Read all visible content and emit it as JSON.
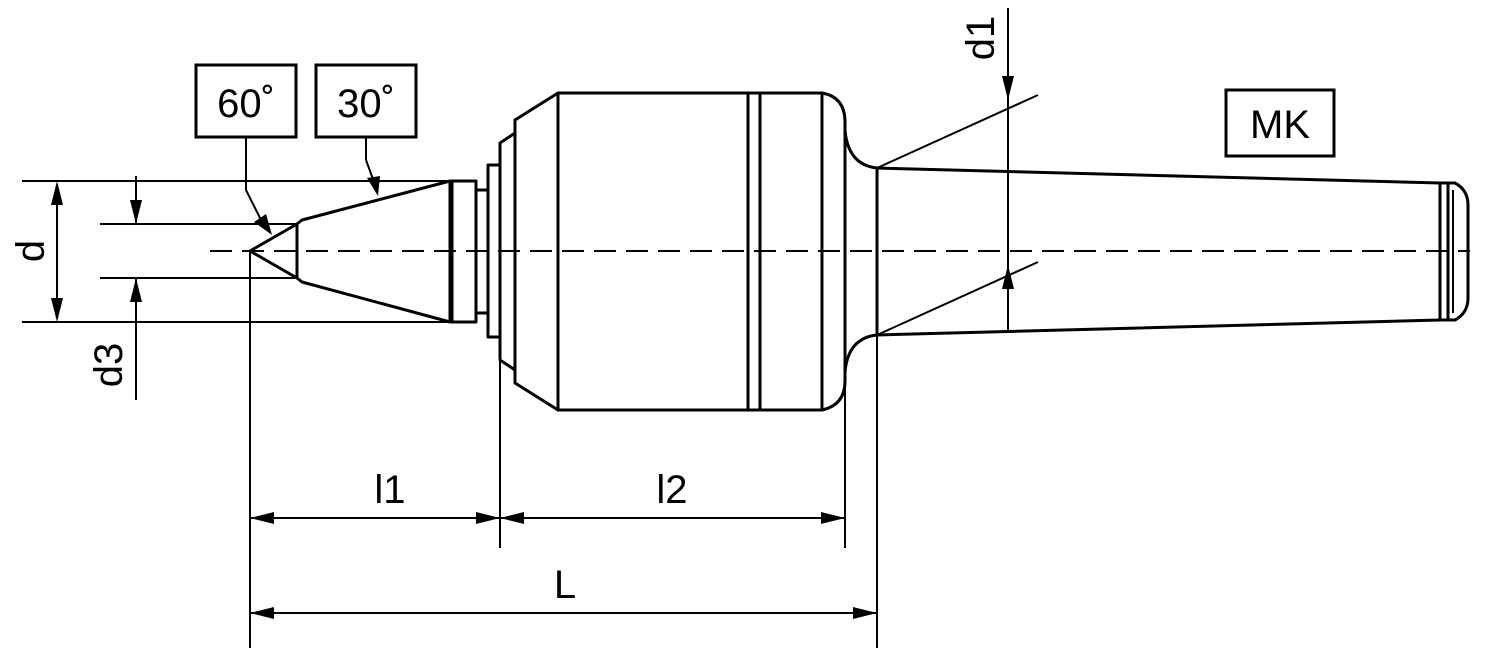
{
  "labels": {
    "angle_60": "60˚",
    "angle_30": "30˚",
    "taper": "MK",
    "d": "d",
    "d1": "d1",
    "d3": "d3",
    "l1": "l1",
    "l2": "l2",
    "L": "L"
  }
}
